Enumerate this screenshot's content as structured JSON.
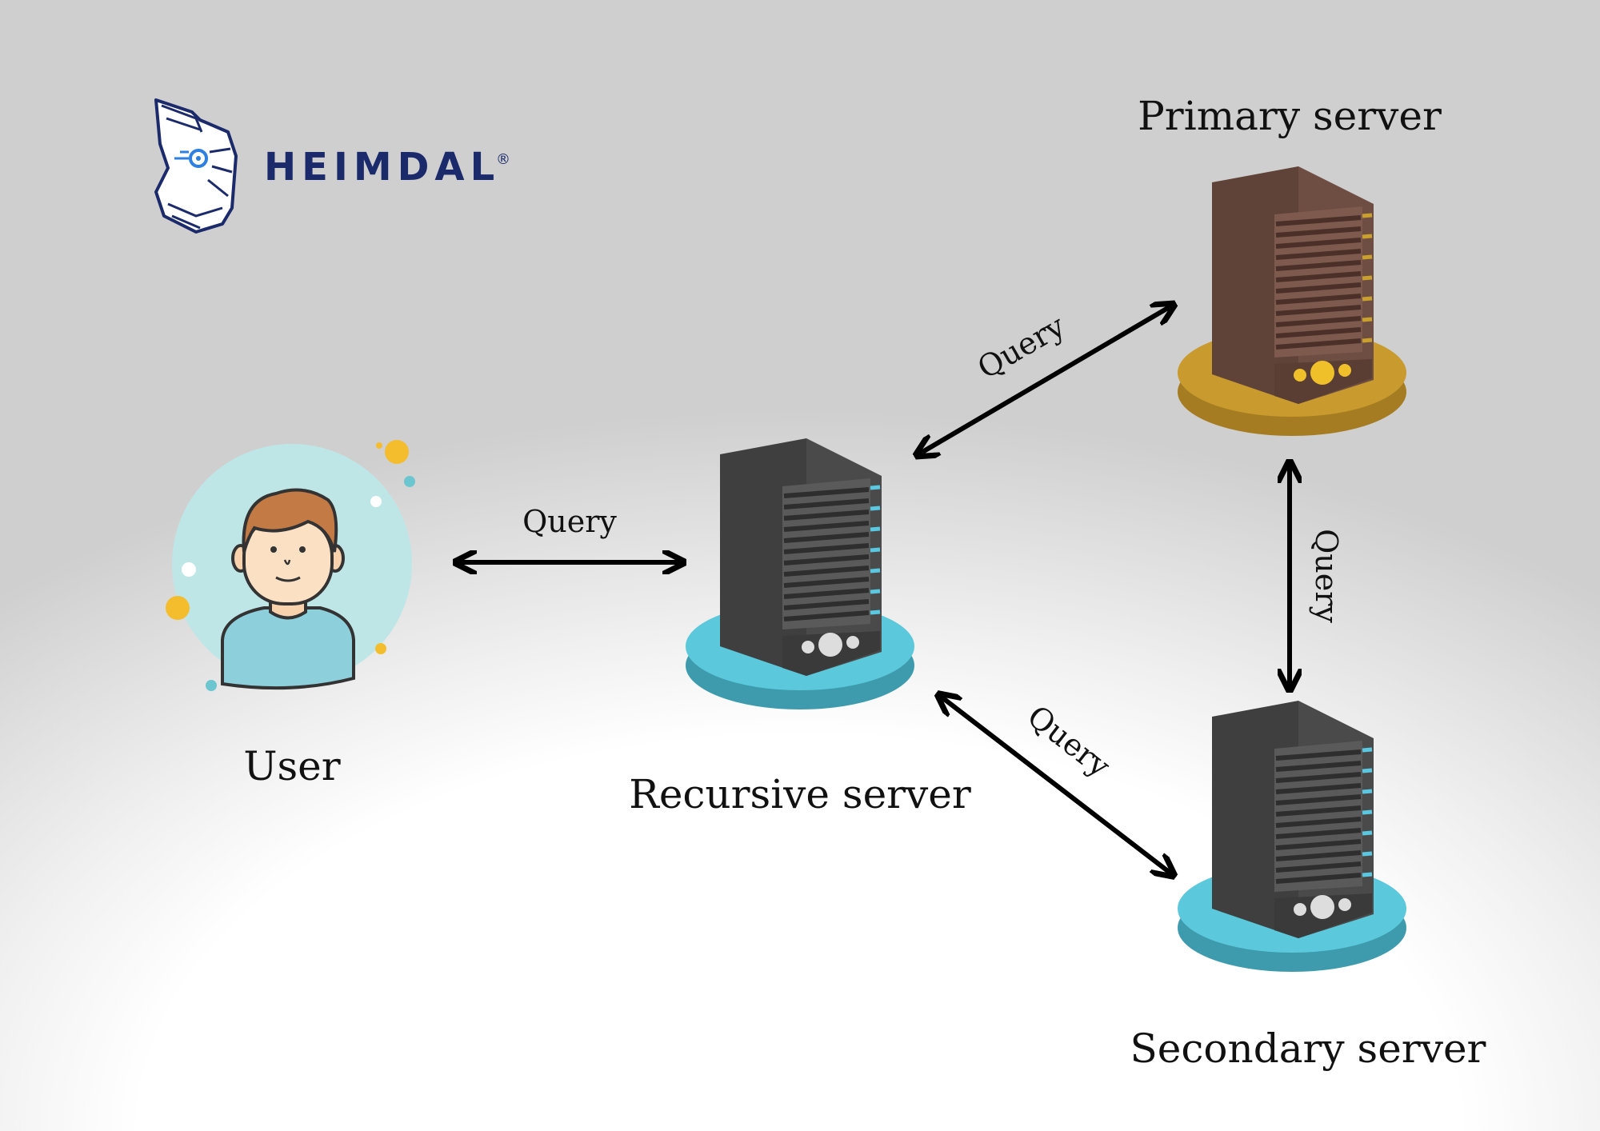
{
  "brand": {
    "name": "HEIMDAL",
    "mark": "®"
  },
  "nodes": {
    "user": {
      "label": "User"
    },
    "recursive": {
      "label": "Recursive server"
    },
    "primary": {
      "label": "Primary server"
    },
    "secondary": {
      "label": "Secondary server"
    }
  },
  "edges": [
    {
      "from": "User",
      "to": "Recursive server",
      "label": "Query",
      "bidirectional": true
    },
    {
      "from": "Recursive server",
      "to": "Primary server",
      "label": "Query",
      "bidirectional": true
    },
    {
      "from": "Recursive server",
      "to": "Secondary server",
      "label": "Query",
      "bidirectional": true
    },
    {
      "from": "Primary server",
      "to": "Secondary server",
      "label": "Query",
      "bidirectional": true
    }
  ],
  "colors": {
    "brand_navy": "#1b2a6b",
    "recursive_base": "#5bc8dc",
    "secondary_base": "#5bc8dc",
    "primary_base": "#c99a2e",
    "primary_tower": "#6e4e42",
    "tower_dark": "#4a4a4a",
    "user_circle": "#bfe6e7"
  }
}
